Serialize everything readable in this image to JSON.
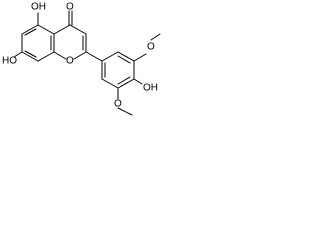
{
  "molecule": {
    "labels": {
      "oh_top": "OH",
      "oh_left": "HO",
      "carbonyl_o": "O",
      "ring_o": "O",
      "methoxy_top_o": "O",
      "oh_right": "OH",
      "methoxy_bottom_o": "O"
    },
    "colors": {
      "bond": "#000000",
      "text": "#000000",
      "background": "#ffffff"
    }
  }
}
